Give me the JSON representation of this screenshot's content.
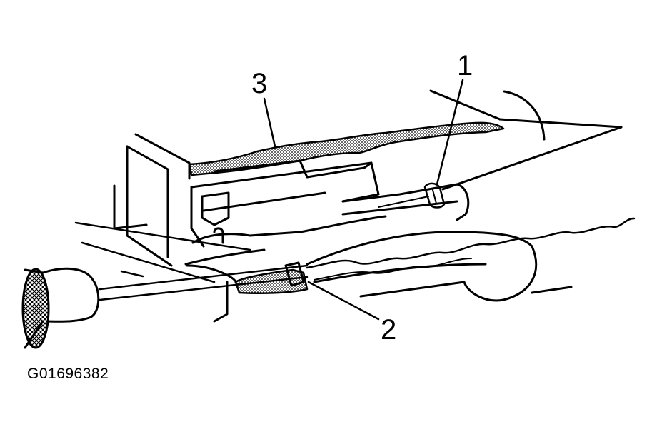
{
  "diagram": {
    "callouts": [
      {
        "id": "1",
        "label": "1"
      },
      {
        "id": "2",
        "label": "2"
      },
      {
        "id": "3",
        "label": "3"
      }
    ],
    "figure_id": "G01696382"
  }
}
